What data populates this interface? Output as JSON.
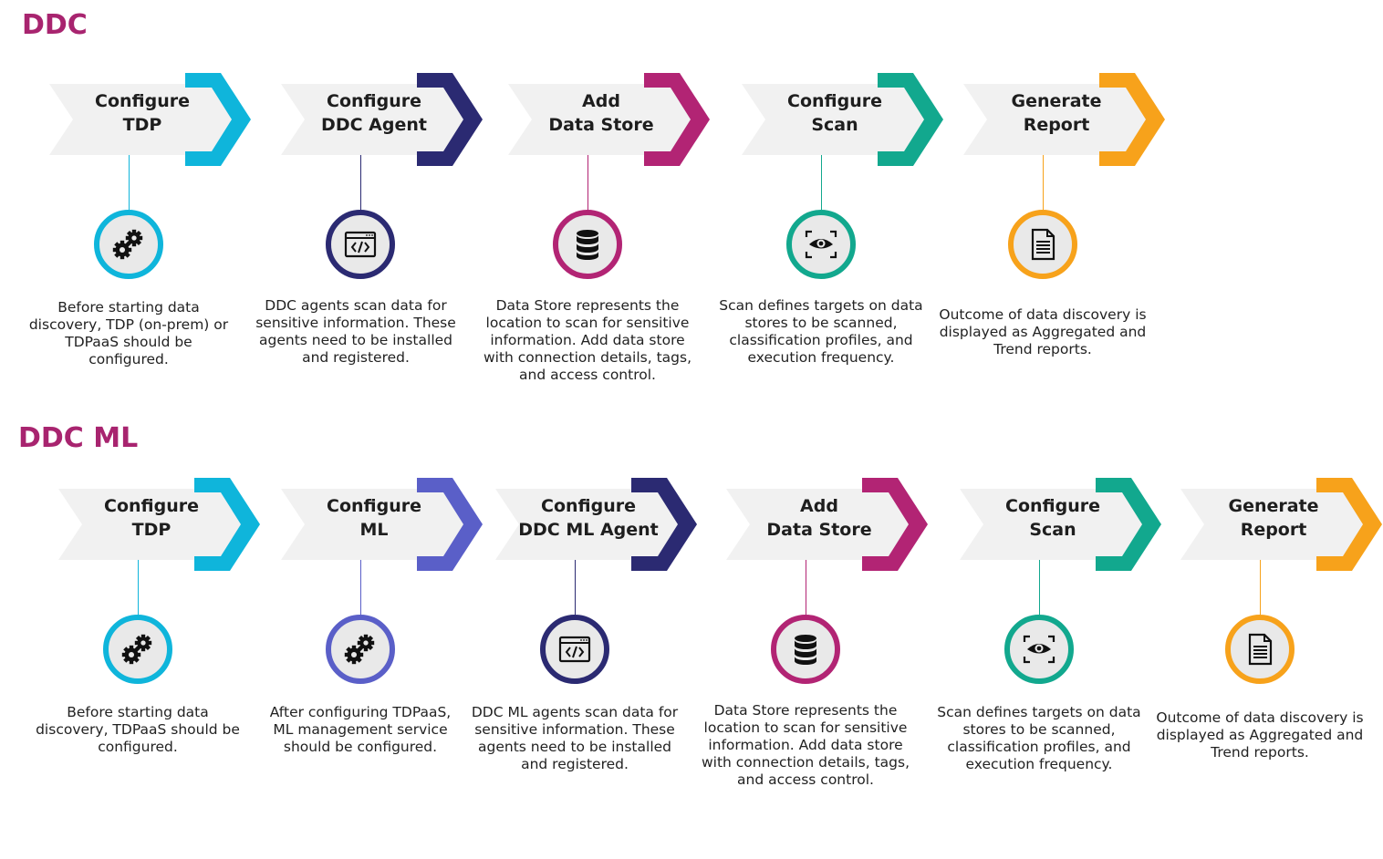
{
  "sections": [
    {
      "title": "DDC",
      "steps": [
        {
          "line1": "Configure",
          "line2": "TDP",
          "color": "#0fb5db",
          "icon": "gears-icon",
          "desc": "Before starting data discovery, TDP (on-prem) or TDPaaS should be configured."
        },
        {
          "line1": "Configure",
          "line2": "DDC Agent",
          "color": "#2b2a72",
          "icon": "code-window-icon",
          "desc": "DDC agents scan data for sensitive information. These agents need to be installed and registered."
        },
        {
          "line1": "Add",
          "line2": "Data Store",
          "color": "#b22474",
          "icon": "database-icon",
          "desc": "Data Store represents the location to scan for sensitive information. Add data store with connection details, tags, and access control."
        },
        {
          "line1": "Configure",
          "line2": "Scan",
          "color": "#12a88e",
          "icon": "eye-scan-icon",
          "desc": "Scan defines targets on data stores to be scanned, classification profiles, and execution frequency."
        },
        {
          "line1": "Generate",
          "line2": "Report",
          "color": "#f7a21b",
          "icon": "document-icon",
          "desc": "Outcome of data discovery is displayed as Aggregated and Trend reports."
        }
      ]
    },
    {
      "title": "DDC ML",
      "steps": [
        {
          "line1": "Configure",
          "line2": "TDP",
          "color": "#0fb5db",
          "icon": "gears-icon",
          "desc": "Before starting data discovery, TDPaaS should be configured."
        },
        {
          "line1": "Configure",
          "line2": "ML",
          "color": "#5a5fc8",
          "icon": "gears-icon",
          "desc": "After configuring TDPaaS, ML management service should be configured."
        },
        {
          "line1": "Configure",
          "line2": "DDC ML Agent",
          "color": "#2b2a72",
          "icon": "code-window-icon",
          "desc": "DDC ML agents scan data for sensitive information. These agents need to be installed and registered."
        },
        {
          "line1": "Add",
          "line2": "Data Store",
          "color": "#b22474",
          "icon": "database-icon",
          "desc": "Data Store represents the location to scan for sensitive information. Add data store with connection details, tags, and access control."
        },
        {
          "line1": "Configure",
          "line2": "Scan",
          "color": "#12a88e",
          "icon": "eye-scan-icon",
          "desc": "Scan defines targets on data stores to be scanned, classification profiles, and execution frequency."
        },
        {
          "line1": "Generate",
          "line2": "Report",
          "color": "#f7a21b",
          "icon": "document-icon",
          "desc": "Outcome of data discovery is displayed as Aggregated and Trend reports."
        }
      ]
    }
  ],
  "title_color": "#a8246f"
}
